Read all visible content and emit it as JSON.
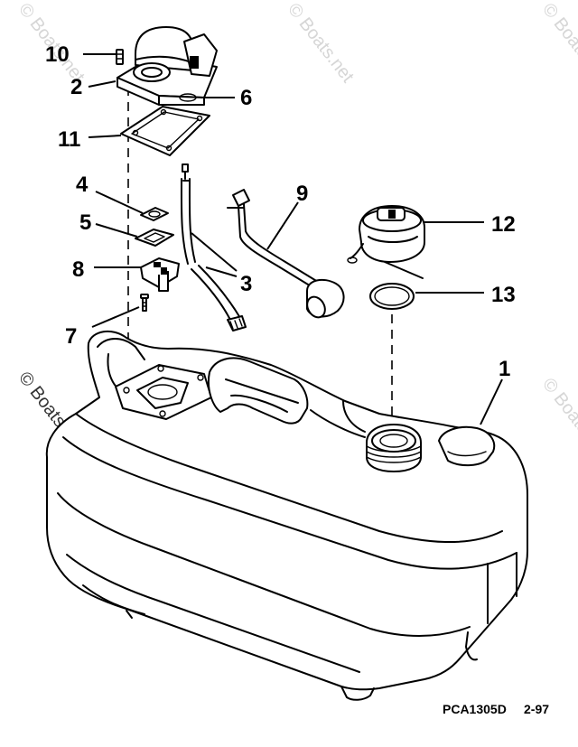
{
  "watermark": "© Boats.net",
  "drawing_code": "PCA1305D",
  "revision": "2-97",
  "callouts": {
    "c1": "1",
    "c2": "2",
    "c3": "3",
    "c4": "4",
    "c5": "5",
    "c6": "6",
    "c7": "7",
    "c8": "8",
    "c9": "9",
    "c10": "10",
    "c11": "11",
    "c12": "12",
    "c13": "13"
  }
}
